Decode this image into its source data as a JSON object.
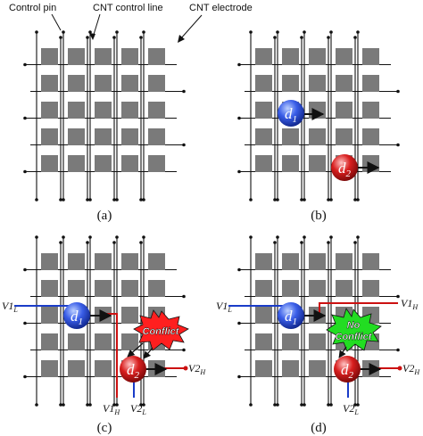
{
  "annotations": {
    "control_pin": "Control pin",
    "cnt_control_line": "CNT control line",
    "cnt_electrode": "CNT electrode"
  },
  "panels": [
    {
      "id": "a",
      "caption": "(a)"
    },
    {
      "id": "b",
      "caption": "(b)"
    },
    {
      "id": "c",
      "caption": "(c)"
    },
    {
      "id": "d",
      "caption": "(d)"
    }
  ],
  "droplets": {
    "d1": {
      "base": "d",
      "sub": "1"
    },
    "d2": {
      "base": "d",
      "sub": "2"
    }
  },
  "voltages": {
    "v1l_c": {
      "base": "V1",
      "sub": "L"
    },
    "v1h_c": {
      "base": "V1",
      "sub": "H"
    },
    "v2h_c": {
      "base": "V2",
      "sub": "H"
    },
    "v2l_c": {
      "base": "V2",
      "sub": "L"
    },
    "v1l_d": {
      "base": "V1",
      "sub": "L"
    },
    "v1h_d": {
      "base": "V1",
      "sub": "H"
    },
    "v2h_d": {
      "base": "V2",
      "sub": "H"
    },
    "v2l_d": {
      "base": "V2",
      "sub": "L"
    }
  },
  "bursts": {
    "conflict": {
      "lines": [
        "Conflict"
      ],
      "color": "#ff1f1f"
    },
    "no_conflict": {
      "lines": [
        "No",
        "Conflict"
      ],
      "color": "#22dd22"
    }
  },
  "colors": {
    "electrode": "#7a7a7a",
    "line": "#111111",
    "high": "#cc1111",
    "low": "#1a3cc8",
    "droplet_blue": "#1b3fcf",
    "droplet_red": "#c8141a"
  }
}
